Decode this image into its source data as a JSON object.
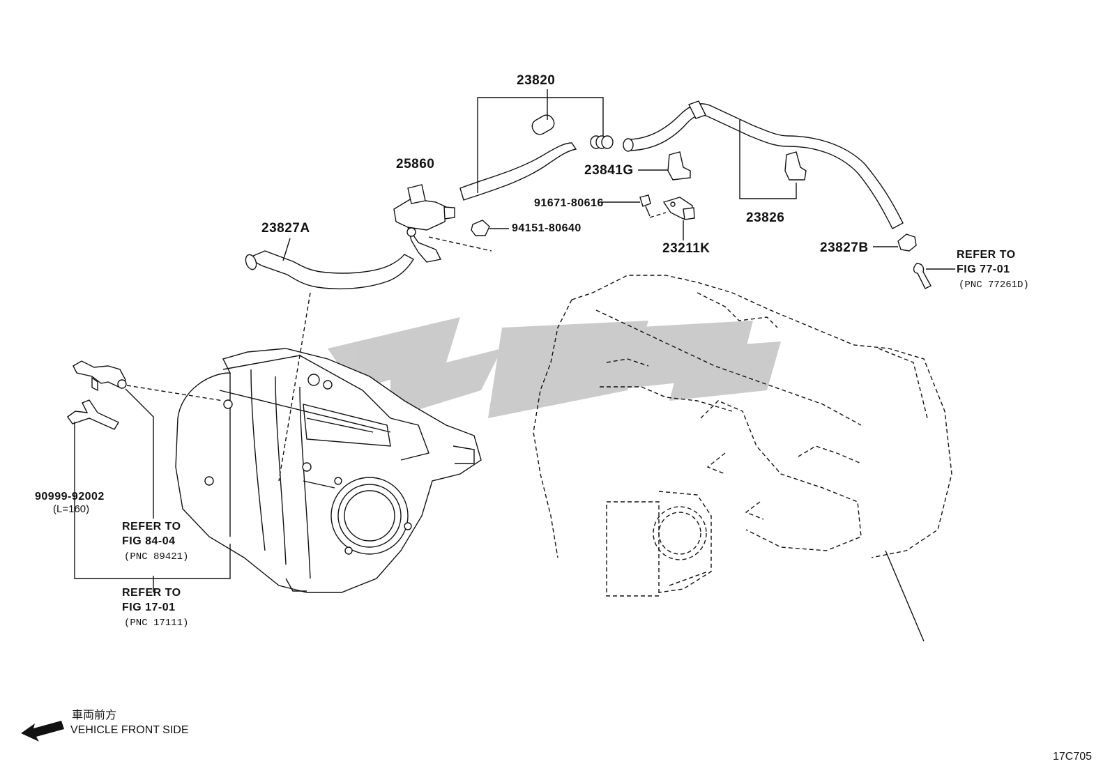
{
  "diagram": {
    "code": "17C705",
    "front": {
      "jp": "車両前方",
      "en": "VEHICLE FRONT SIDE"
    },
    "labels": {
      "p23820": "23820",
      "p25860": "25860",
      "p23841G": "23841G",
      "p91671": "91671-80616",
      "p94151": "94151-80640",
      "p23827A": "23827A",
      "p23211K": "23211K",
      "p23826": "23826",
      "p23827B": "23827B",
      "p90999": "90999-92002",
      "p90999_len": "(L=160)"
    },
    "refs": {
      "r77": {
        "l1": "REFER TO",
        "l2": "FIG 77-01",
        "l3": "(PNC 77261D)"
      },
      "r84": {
        "l1": "REFER TO",
        "l2": "FIG 84-04",
        "l3": "(PNC 89421)"
      },
      "r17": {
        "l1": "REFER TO",
        "l2": "FIG 17-01",
        "l3": "(PNC 17111)"
      }
    },
    "icons": [
      "front-arrow-icon"
    ]
  }
}
